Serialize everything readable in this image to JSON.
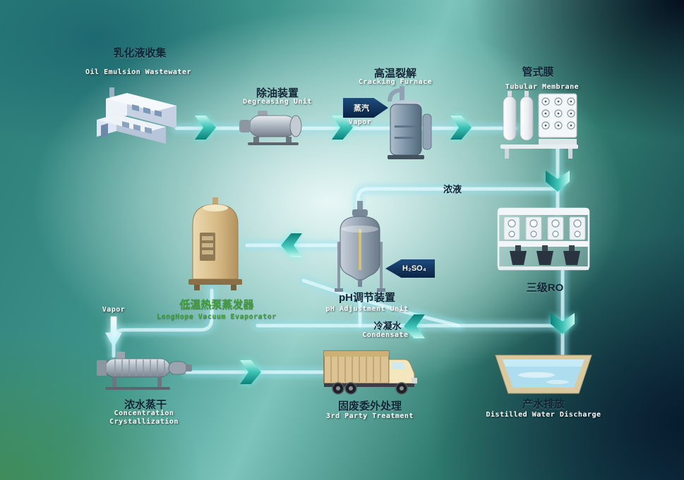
{
  "flow": {
    "collection": {
      "zh": "乳化液收集",
      "en": "Oil Emulsion Wastewater"
    },
    "degreasing": {
      "zh": "除油装置",
      "en": "Degreasing Unit"
    },
    "cracking": {
      "zh": "高温裂解",
      "en": "Cracking Furnace"
    },
    "membrane": {
      "zh": "管式膜",
      "en": "Tubular Membrane"
    },
    "ro": {
      "zh": "三级RO"
    },
    "ph": {
      "zh": "pH调节装置",
      "en": "pH Adjustment Unit"
    },
    "evaporator": {
      "zh": "低温热泵蒸发器",
      "en": "LongHope Vacuum Evaporator"
    },
    "crystallization": {
      "zh": "浓水蒸干",
      "en_line1": "Concentration",
      "en_line2": "Crystallization"
    },
    "third_party": {
      "zh": "固废委外处理",
      "en": "3rd Party Treatment"
    },
    "discharge": {
      "zh": "产水排放",
      "en": "Distilled Water Discharge"
    }
  },
  "streams": {
    "steam": {
      "zh": "蒸汽",
      "en": "Vapor"
    },
    "acid": {
      "label": "H₂SO₄"
    },
    "concentrate": {
      "zh": "浓液"
    },
    "condensate": {
      "zh": "冷凝水",
      "en": "Condensate"
    },
    "vapor_out": {
      "en": "Vapor"
    }
  },
  "colors": {
    "pipe_glow": "#bfeff7",
    "chevron_accent": "#18a89e",
    "stream_arrow_navy": "#0d2f55",
    "label_dark": "#0e2536",
    "label_green": "#3f9b35",
    "label_white": "#ffffff"
  }
}
